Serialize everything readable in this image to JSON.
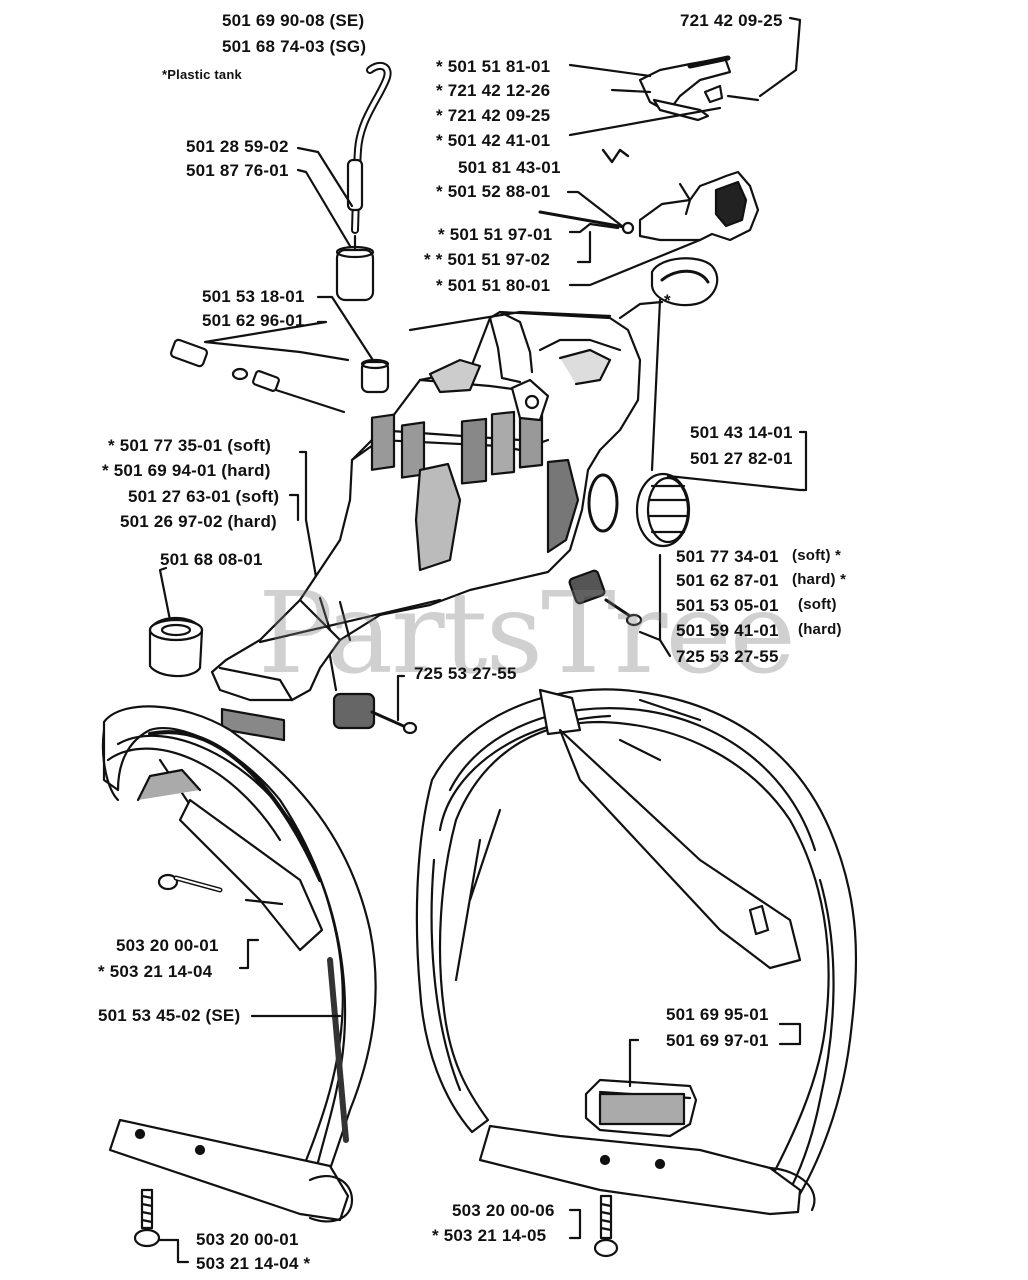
{
  "watermark": "PartsTree",
  "note": "*Plastic tank",
  "labels": {
    "l01": "501 69 90-08 (SE)",
    "l02": "501 68 74-03 (SG)",
    "l03": "501 28 59-02",
    "l04": "501 87 76-01",
    "l05": "501 53 18-01",
    "l06": "501 62 96-01",
    "l07": "* 501 77 35-01 (soft)",
    "l08": "* 501 69 94-01 (hard)",
    "l09": "501 27 63-01 (soft)",
    "l10": "501 26 97-02 (hard)",
    "l11": "501 68 08-01",
    "l12": "721 42 09-25",
    "l13": "* 501 51 81-01",
    "l14": "* 721 42 12-26",
    "l15": "* 721 42 09-25",
    "l16": "* 501 42 41-01",
    "l17": "501 81 43-01",
    "l18": "* 501 52 88-01",
    "l19": "* 501 51 97-01",
    "l20": "* * 501 51 97-02",
    "l21": "* 501 51 80-01",
    "l22": "*",
    "l23": "501 43 14-01",
    "l24": "501 27 82-01",
    "l25": "501 77 34-01",
    "l25b": "(soft)  *",
    "l26": "501 62 87-01",
    "l26b": "(hard) *",
    "l27": "501 53 05-01",
    "l27b": "(soft)",
    "l28": "501 59 41-01",
    "l28b": "(hard)",
    "l29": "725 53 27-55",
    "l30": "725 53 27-55",
    "l31": "503 20 00-01",
    "l32": "* 503 21 14-04",
    "l33": "501 53 45-02 (SE)",
    "l34": "501 69 95-01",
    "l35": "501 69 97-01",
    "l36": "503 20 00-01",
    "l37": "503 21 14-04  *",
    "l38": "503 20 00-06",
    "l39": "* 503 21 14-05"
  }
}
